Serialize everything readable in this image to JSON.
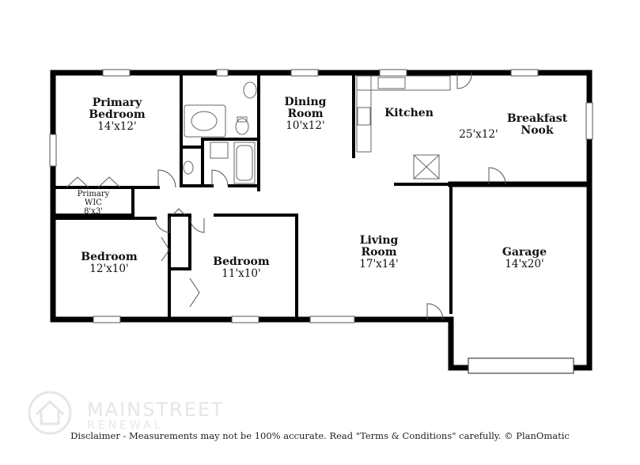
{
  "rooms": [
    {
      "name_lines": [
        "Primary",
        "Bedroom"
      ],
      "size": "14'x12'"
    },
    {
      "name_lines": [
        "Dining",
        "Room"
      ],
      "size": "10'x12'"
    },
    {
      "name_lines": [
        "Kitchen"
      ],
      "size": ""
    },
    {
      "name_lines": [
        "Breakfast",
        "Nook"
      ],
      "size": ""
    },
    {
      "name_lines": [],
      "size": "25'x12'"
    },
    {
      "name_lines": [
        "Primary",
        "WIC"
      ],
      "size": "8'x3'"
    },
    {
      "name_lines": [
        "Bedroom"
      ],
      "size": "12'x10'"
    },
    {
      "name_lines": [
        "Bedroom"
      ],
      "size": "11'x10'"
    },
    {
      "name_lines": [
        "Living",
        "Room"
      ],
      "size": "17'x14'"
    },
    {
      "name_lines": [
        "Garage"
      ],
      "size": "14'x20'"
    }
  ],
  "watermark": {
    "name": "MAINSTREET",
    "sub": "RENEWAL"
  },
  "disclaimer": "Disclaimer - Measurements may not be 100% accurate. Read \"Terms & Conditions\" carefully. © PlanOmatic"
}
